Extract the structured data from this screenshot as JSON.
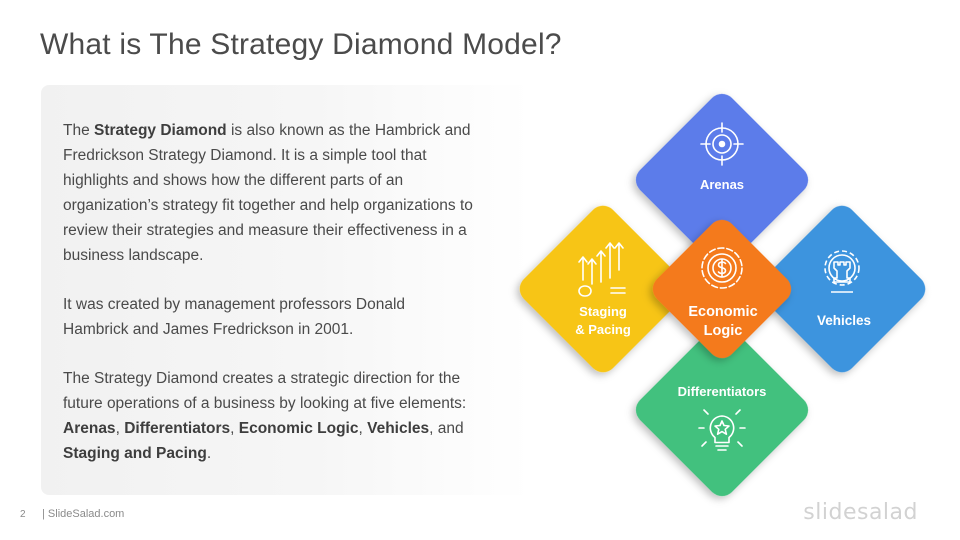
{
  "slide": {
    "title": "What is The Strategy Diamond Model?",
    "page_number": "2",
    "footer_site": "| SlideSalad.com",
    "brand": "slidesalad"
  },
  "body": {
    "p1_pre": "The ",
    "p1_bold": "Strategy Diamond",
    "p1_post": " is also known as the Hambrick and Fredrickson Strategy Diamond. It is a simple tool that highlights and shows how the different parts of an organization’s strategy fit together and help organizations to review their strategies and measure their effectiveness in a business landscape.",
    "p2": "It was created by management professors Donald Hambrick and James Fredrickson in 2001.",
    "p3_pre": "The Strategy Diamond creates a strategic direction for the future operations of a business by looking at five elements: ",
    "p3_arenas": "Arenas",
    "p3_sep1": ", ",
    "p3_differentiators": "Differentiators",
    "p3_sep2": ", ",
    "p3_economic": "Economic Logic",
    "p3_sep3": ", ",
    "p3_vehicles": "Vehicles",
    "p3_sep4": ",  and ",
    "p3_staging": "Staging and Pacing",
    "p3_end": "."
  },
  "diagram": {
    "arenas": {
      "label": "Arenas",
      "color": "#5b7cea",
      "icon": "target-icon"
    },
    "vehicles": {
      "label": "Vehicles",
      "color": "#3d94de",
      "icon": "gear-chess-rook-icon"
    },
    "differentiators": {
      "label": "Differentiators",
      "color": "#43c17e",
      "icon": "lightbulb-star-icon"
    },
    "staging": {
      "label_line1": "Staging",
      "label_line2": "& Pacing",
      "color": "#f7c516",
      "icon": "growth-arrows-icon"
    },
    "economic": {
      "label_line1": "Economic",
      "label_line2": "Logic",
      "color": "#f47a1e",
      "icon": "dollar-gear-icon"
    }
  }
}
